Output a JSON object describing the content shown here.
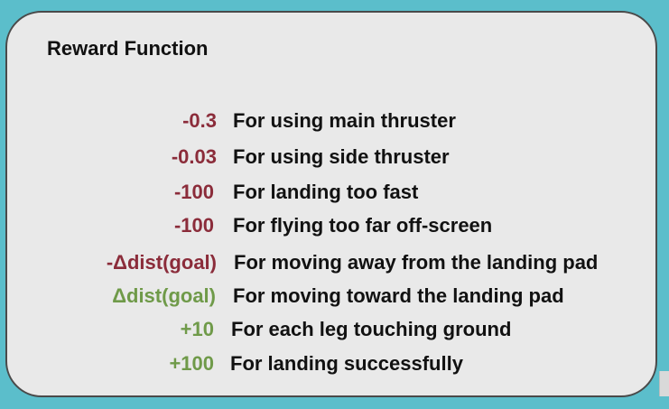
{
  "title": "Reward Function",
  "colors": {
    "background": "#5bbecb",
    "card": "#e9e9e9",
    "negative": "#8b2c3a",
    "positive": "#6f9a49",
    "text": "#111111"
  },
  "rewards": [
    {
      "value": "-0.3",
      "sign": "negative",
      "description": "For using main thruster"
    },
    {
      "value": "-0.03",
      "sign": "negative",
      "description": "For using side thruster"
    },
    {
      "value": "-100",
      "sign": "negative",
      "description": "For landing too fast"
    },
    {
      "value": "-100",
      "sign": "negative",
      "description": "For flying too far off-screen"
    },
    {
      "value": "-Δdist(goal)",
      "sign": "negative",
      "description": "For moving away from the landing pad"
    },
    {
      "value": "Δdist(goal)",
      "sign": "positive",
      "description": "For moving toward the landing pad"
    },
    {
      "value": "+10",
      "sign": "positive",
      "description": "For each leg touching ground"
    },
    {
      "value": "+100",
      "sign": "positive",
      "description": "For landing successfully"
    }
  ]
}
